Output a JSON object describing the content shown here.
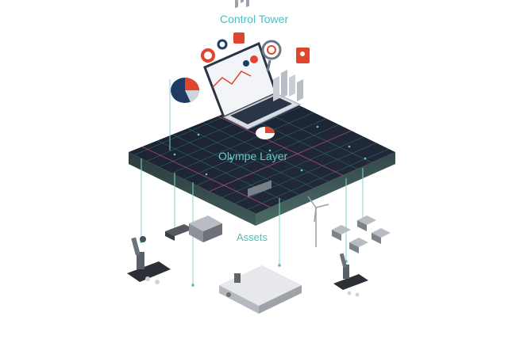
{
  "labels": {
    "control_tower": "Control Tower",
    "olympe_layer": "Olympe Layer",
    "assets": "Assets"
  },
  "colors": {
    "teal": "#4fbdbd",
    "layer_dark": "#1b2230",
    "accent_red": "#e0452f",
    "accent_navy": "#1f3b63"
  },
  "icons": [
    "laptop-dashboard-icon",
    "pie-chart-icon",
    "bar-chart-icon",
    "magnifier-icon",
    "robot-arm-icon",
    "factory-icon",
    "wind-turbine-icon",
    "houses-icon",
    "truck-icon"
  ]
}
